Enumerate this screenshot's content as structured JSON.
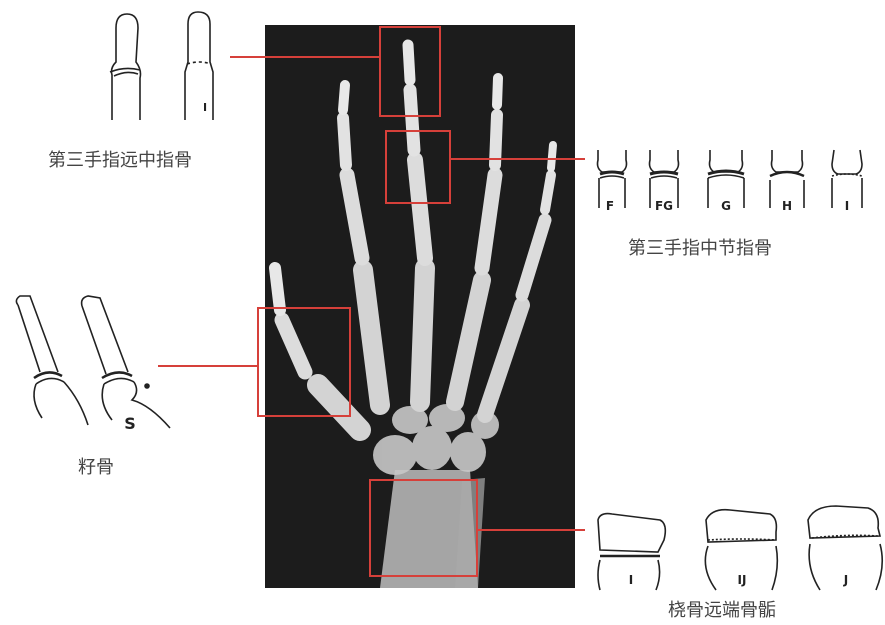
{
  "labels": {
    "distal_middle": "第三手指远中指骨",
    "middle_phalanx": "第三手指中节指骨",
    "sesamoid": "籽骨",
    "radius_epiphysis": "桡骨远端骨骺"
  },
  "stages": {
    "distal": [
      "I"
    ],
    "middle": [
      "F",
      "FG",
      "G",
      "H",
      "I"
    ],
    "sesamoid": [
      "S"
    ],
    "radius": [
      "I",
      "IJ",
      "J"
    ]
  },
  "colors": {
    "highlight": "#d6403a",
    "xray_bg": "#1c1c1c",
    "bone": "#d8d8d8"
  }
}
